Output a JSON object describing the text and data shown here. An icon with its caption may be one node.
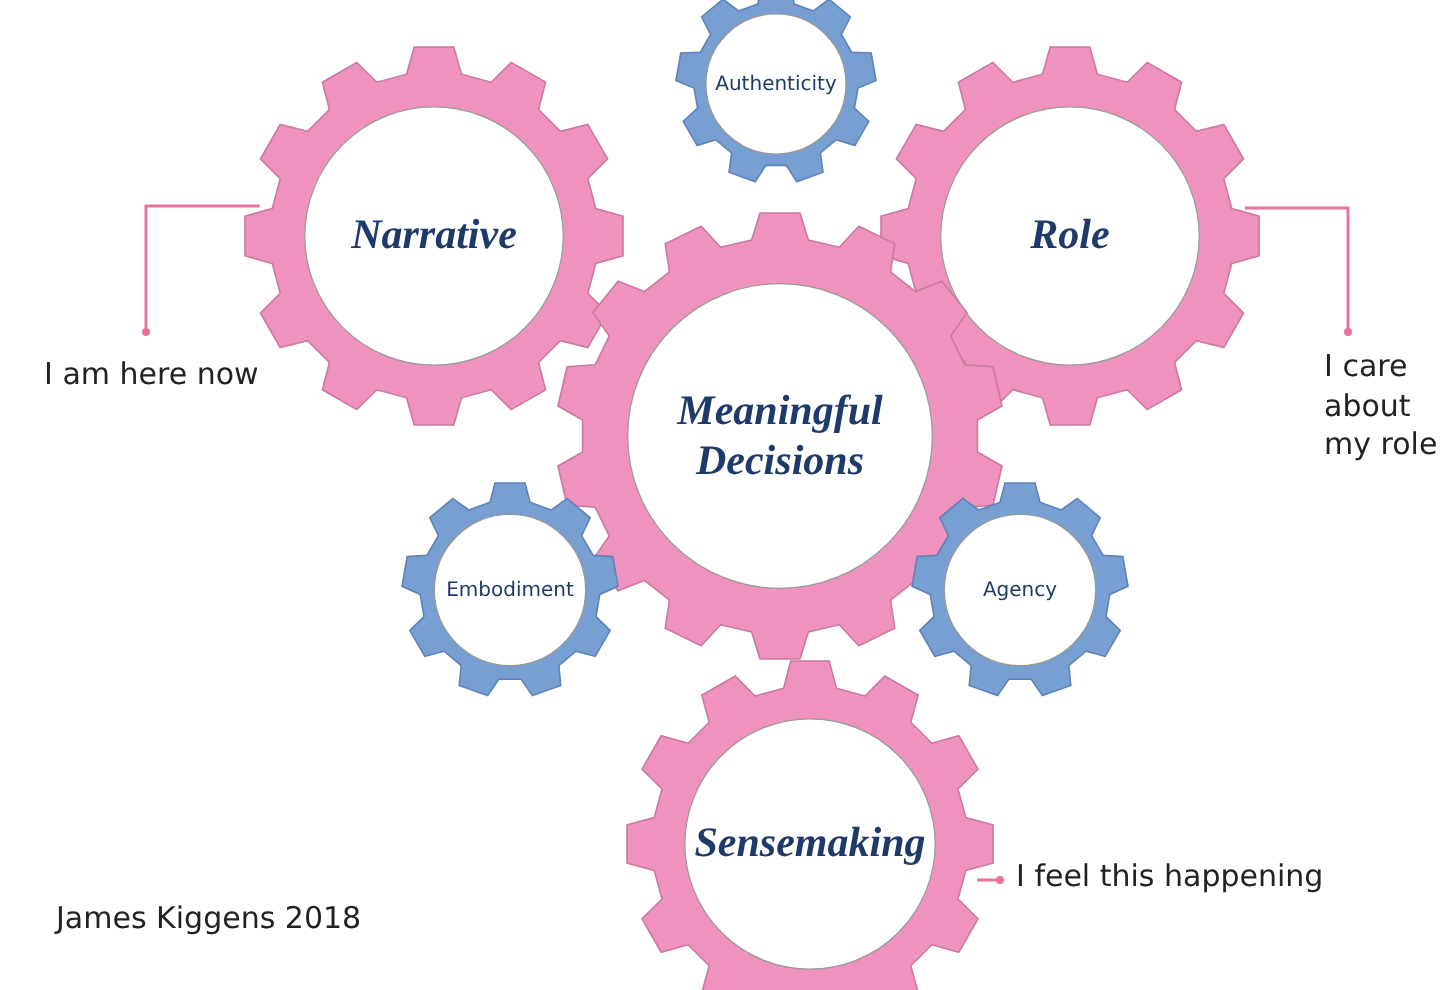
{
  "diagram": {
    "nodes": [
      {
        "text": [
          "Narrative"
        ]
      },
      {
        "text": [
          "Authenticity"
        ]
      },
      {
        "text": [
          "Role"
        ]
      },
      {
        "text": [
          "I am here now"
        ]
      },
      {
        "text": [
          "Meaningful Decisions"
        ]
      },
      {
        "text": [
          "I care about my role"
        ]
      },
      {
        "text": [
          "Embodiment"
        ]
      },
      {
        "text": [
          "Agency"
        ]
      },
      {
        "text": [
          "Sensemaking"
        ]
      },
      {
        "text": [
          "I feel this happening"
        ]
      }
    ],
    "edges": [
      {
        "from": 3,
        "to": 0,
        "arrow": "other"
      },
      {
        "from": 5,
        "to": 2,
        "arrow": "other"
      },
      {
        "from": 9,
        "to": 8,
        "arrow": "other"
      }
    ],
    "labels": [
      "James Kiggens 2018"
    ]
  }
}
